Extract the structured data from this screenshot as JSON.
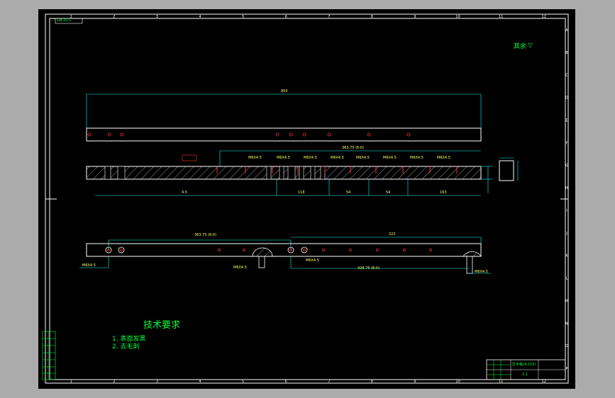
{
  "border_ticks": {
    "top": [
      "1",
      "2",
      "3",
      "4",
      "5",
      "6",
      "7",
      "8",
      "9",
      "10",
      "11",
      "12"
    ],
    "right": [
      "A",
      "B",
      "C",
      "D",
      "E",
      "F",
      "G",
      "H",
      "I",
      "J",
      "K",
      "L",
      "M",
      "N",
      "O",
      "P"
    ]
  },
  "top_left_stamp": "GB-25-1",
  "surface_note": "其余",
  "dimensions": {
    "overall_width": "850",
    "hole_pitch_top": "363.75 (6:0)",
    "hole_spec": "M6X4.5",
    "left_offset": "4.0",
    "span_1": "118",
    "span_2": "54",
    "span_3": "54",
    "span_4": "163",
    "bottom_top_pitch": "363.75 (6:0)",
    "bottom_total": "223",
    "bottom_label_left": "M6X4.5",
    "bottom_label_mid": "M6X4.5",
    "bottom_label_mid2": "M6X4.5",
    "bottom_right_pitch": "428.75 (6:0)",
    "bottom_right_label": "M6X4.5"
  },
  "tech": {
    "title": "技术要求",
    "item1": "1. 表面发黑",
    "item2": "2. 去毛刺"
  },
  "title_block": {
    "part_name": "压平板(A-153)",
    "scale": "1:1"
  }
}
